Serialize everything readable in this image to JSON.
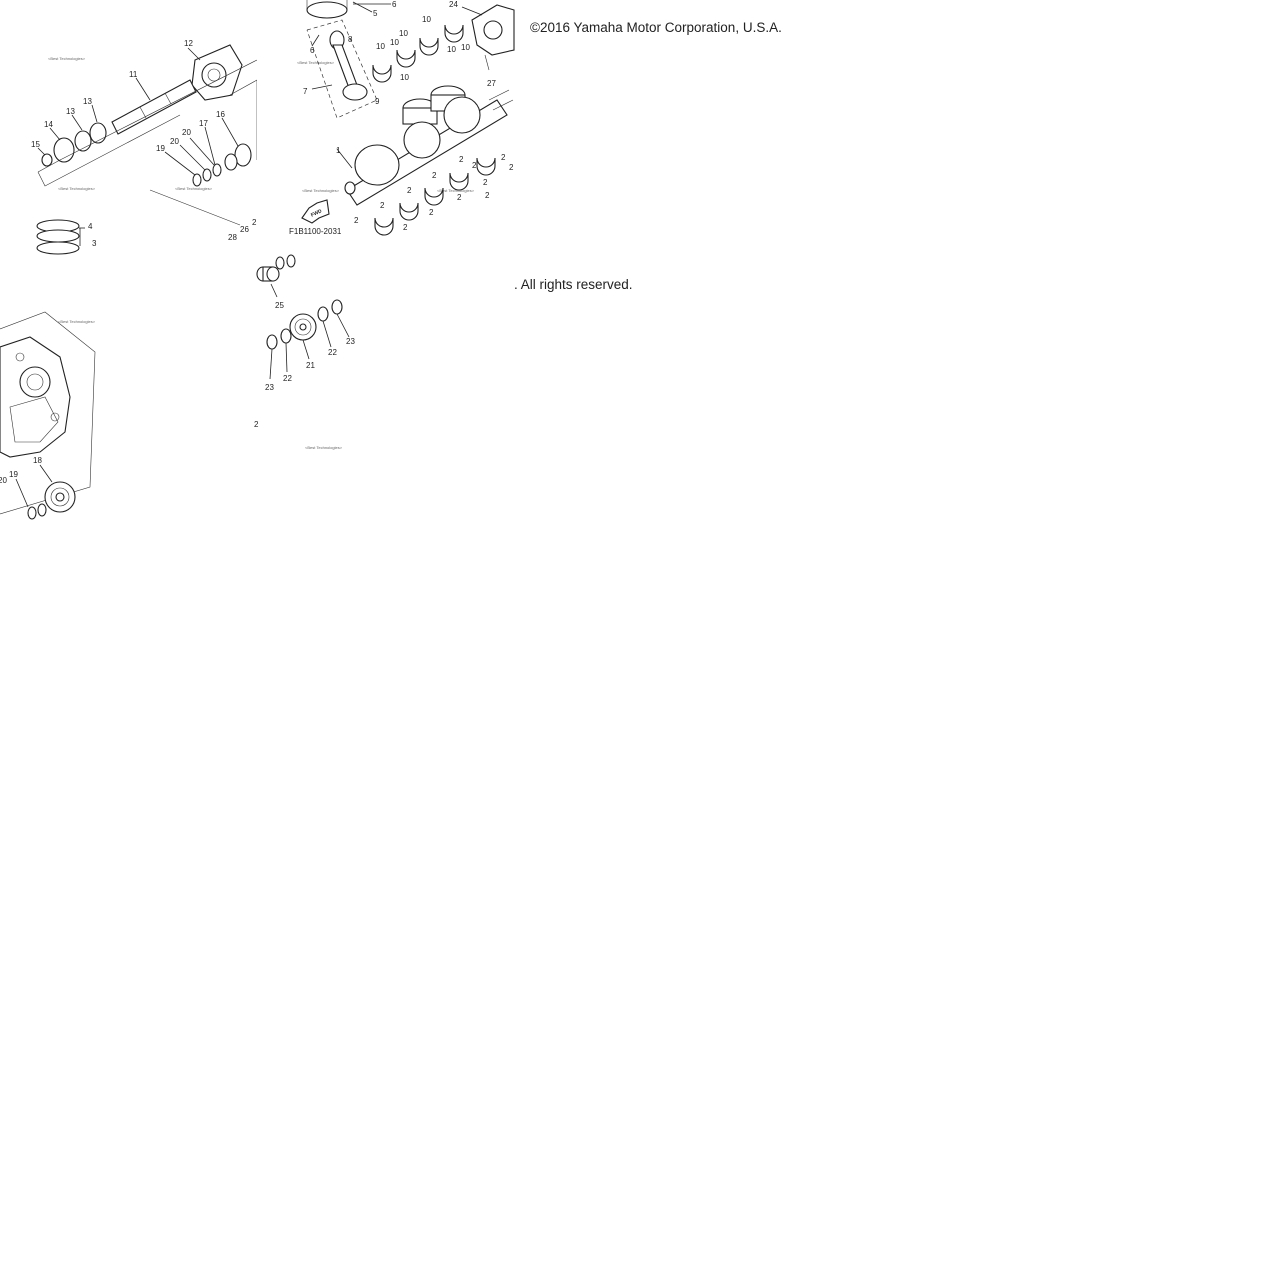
{
  "copyright": {
    "line1": "©2016 Yamaha Motor Corporation, U.S.A.",
    "line2": ". All rights reserved."
  },
  "diagram": {
    "figure_code": "F1B1100-2031",
    "fwd_label": "FWD",
    "watermark": "<Best Technologies>",
    "callouts_top_left": [
      "12",
      "11",
      "13",
      "13",
      "14",
      "15",
      "17",
      "16",
      "20",
      "20",
      "19",
      "4",
      "3",
      "28",
      "26",
      "2"
    ],
    "callouts_top_right": [
      "6",
      "5",
      "24",
      "10",
      "10",
      "10",
      "10",
      "10",
      "10",
      "10",
      "6",
      "8",
      "7",
      "9",
      "27",
      "1",
      "2",
      "2",
      "2",
      "2",
      "2",
      "2",
      "2",
      "2",
      "2",
      "2",
      "2",
      "2",
      "2"
    ],
    "callouts_bottom_left": [
      "19",
      "18",
      "20"
    ],
    "callouts_bottom_right": [
      "25",
      "23",
      "22",
      "21",
      "22",
      "23",
      "2"
    ]
  }
}
